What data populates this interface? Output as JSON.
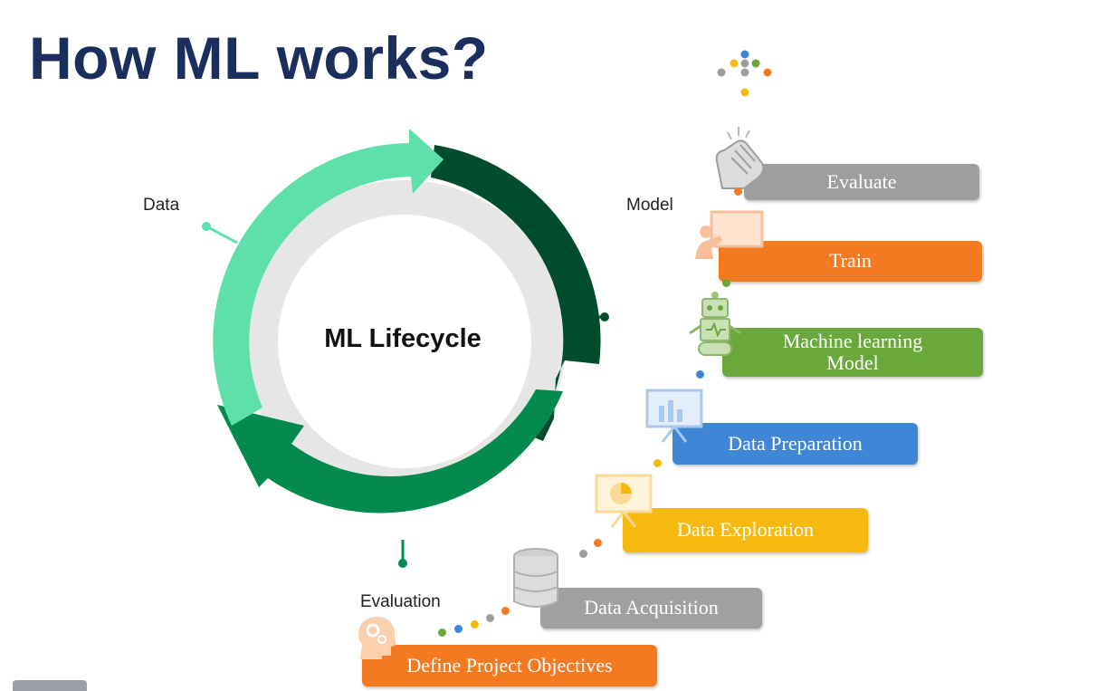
{
  "title": "How ML works?",
  "lifecycle": {
    "center": "ML Lifecycle",
    "labels": {
      "data": "Data",
      "model": "Model",
      "evaluation": "Evaluation"
    },
    "colors": {
      "data": "#5fe0aa",
      "model": "#004d2e",
      "evaluation": "#038a4e",
      "inner_ring": "#e6e6e6"
    }
  },
  "steps": [
    {
      "label": "Evaluate",
      "color": "#9e9e9e",
      "icon": "clapping-hands-icon"
    },
    {
      "label": "Train",
      "color": "#f37a21",
      "icon": "presenter-board-icon"
    },
    {
      "label": "Machine learning\nModel",
      "color": "#6aa83c",
      "icon": "robot-icon"
    },
    {
      "label": "Data Preparation",
      "color": "#3f86d6",
      "icon": "bar-chart-board-icon"
    },
    {
      "label": "Data Exploration",
      "color": "#f6b90f",
      "icon": "pie-chart-board-icon"
    },
    {
      "label": "Data Acquisition",
      "color": "#a0a0a0",
      "icon": "database-icon"
    },
    {
      "label": "Define Project Objectives",
      "color": "#f37a21",
      "icon": "head-gears-icon"
    }
  ]
}
